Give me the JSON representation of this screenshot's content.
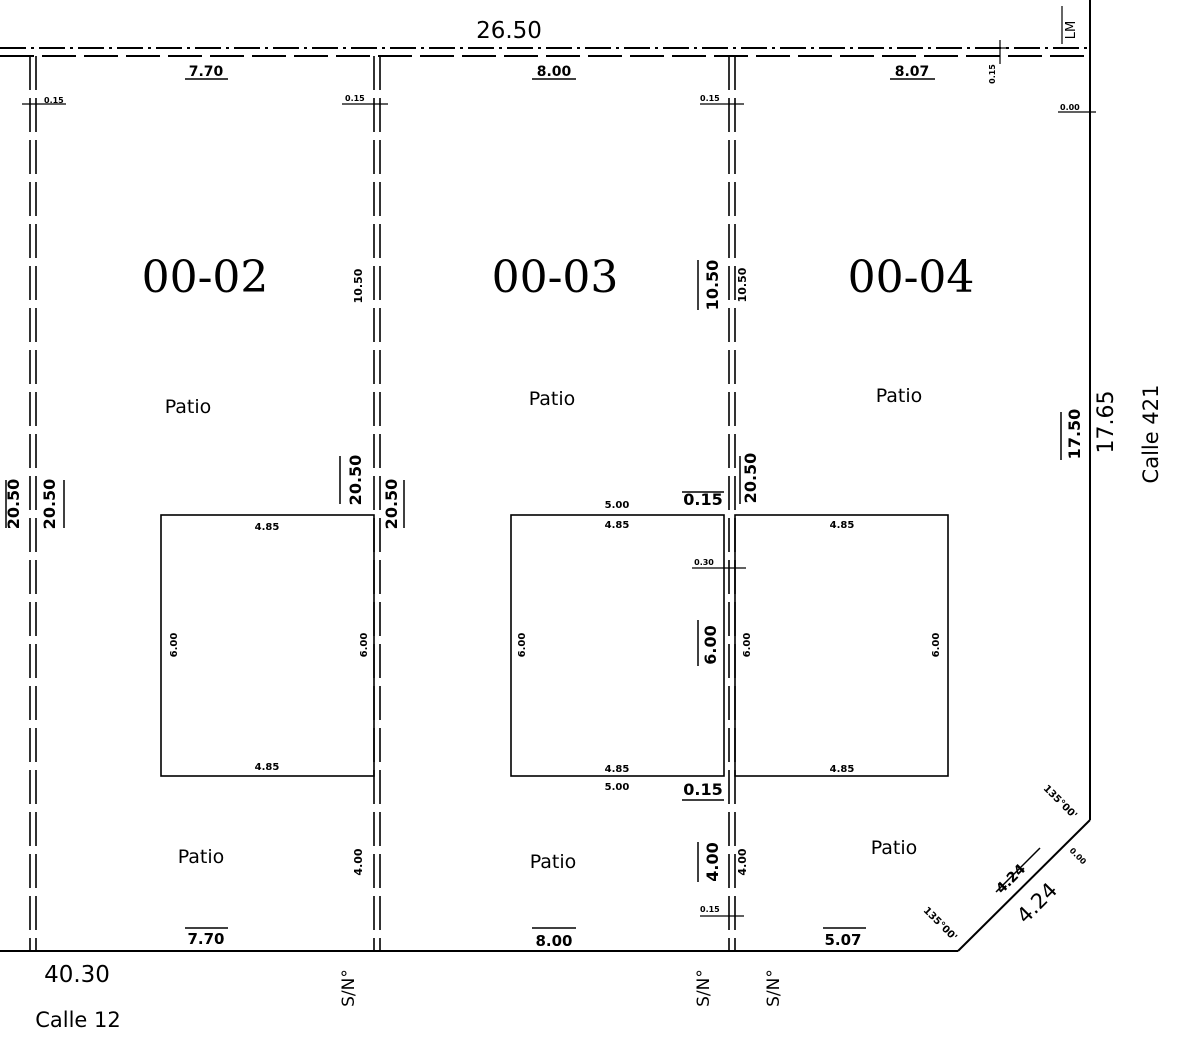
{
  "lots": [
    {
      "id": "00-02",
      "patio_top": "Patio",
      "patio_bottom": "Patio"
    },
    {
      "id": "00-03",
      "patio_top": "Patio",
      "patio_bottom": "Patio"
    },
    {
      "id": "00-04",
      "patio_top": "Patio",
      "patio_bottom": "Patio"
    }
  ],
  "frontage": {
    "top_total": "26.50",
    "top_lot2": "7.70",
    "top_lot3": "8.00",
    "top_lot4": "8.07",
    "bottom_total": "40.30",
    "bottom_lot2": "7.70",
    "bottom_lot3": "8.00",
    "bottom_lot4": "5.07"
  },
  "depths": {
    "left_outer": "20.50",
    "left_inner": "20.50",
    "div1_left": "20.50",
    "div1_right": "20.50",
    "div1_upper": "10.50",
    "div1_lower": "4.00",
    "div2_left": "10.50",
    "div2_right": "10.50",
    "div2_upper": "20.50",
    "div2_lower_left": "4.00",
    "div2_lower_right": "4.00",
    "right_inner": "17.50",
    "right_total": "17.65"
  },
  "small_dims": {
    "wall_left": "0.15",
    "wall_div1": "0.15",
    "wall_div2": "0.15",
    "wall_div2_bottom": "0.15",
    "lm_offset": "0.15",
    "right_offset": "0.00",
    "gap_top": "0.15",
    "gap_bottom": "0.15",
    "gap_mid": "0.30",
    "chamfer_offset": "0.00"
  },
  "houses": {
    "lot2_top": "4.85",
    "lot2_bottom": "4.85",
    "lot2_left": "6.00",
    "lot2_right": "6.00",
    "lot3_outer_top": "5.00",
    "lot3_top": "4.85",
    "lot3_bottom": "4.85",
    "lot3_outer_bottom": "5.00",
    "lot3_left": "6.00",
    "lot3_right": "6.00",
    "lot4_top": "4.85",
    "lot4_bottom": "4.85",
    "lot4_left": "6.00",
    "lot4_right": "6.00"
  },
  "chamfer": {
    "inner": "4.24",
    "outer": "4.24",
    "angle_top": "135°00'",
    "angle_bottom": "135°00'"
  },
  "streets": {
    "bottom": "Calle  12",
    "right": "Calle  421",
    "lm": "LM"
  },
  "house_numbers": [
    "S/N°",
    "S/N°",
    "S/N°"
  ]
}
